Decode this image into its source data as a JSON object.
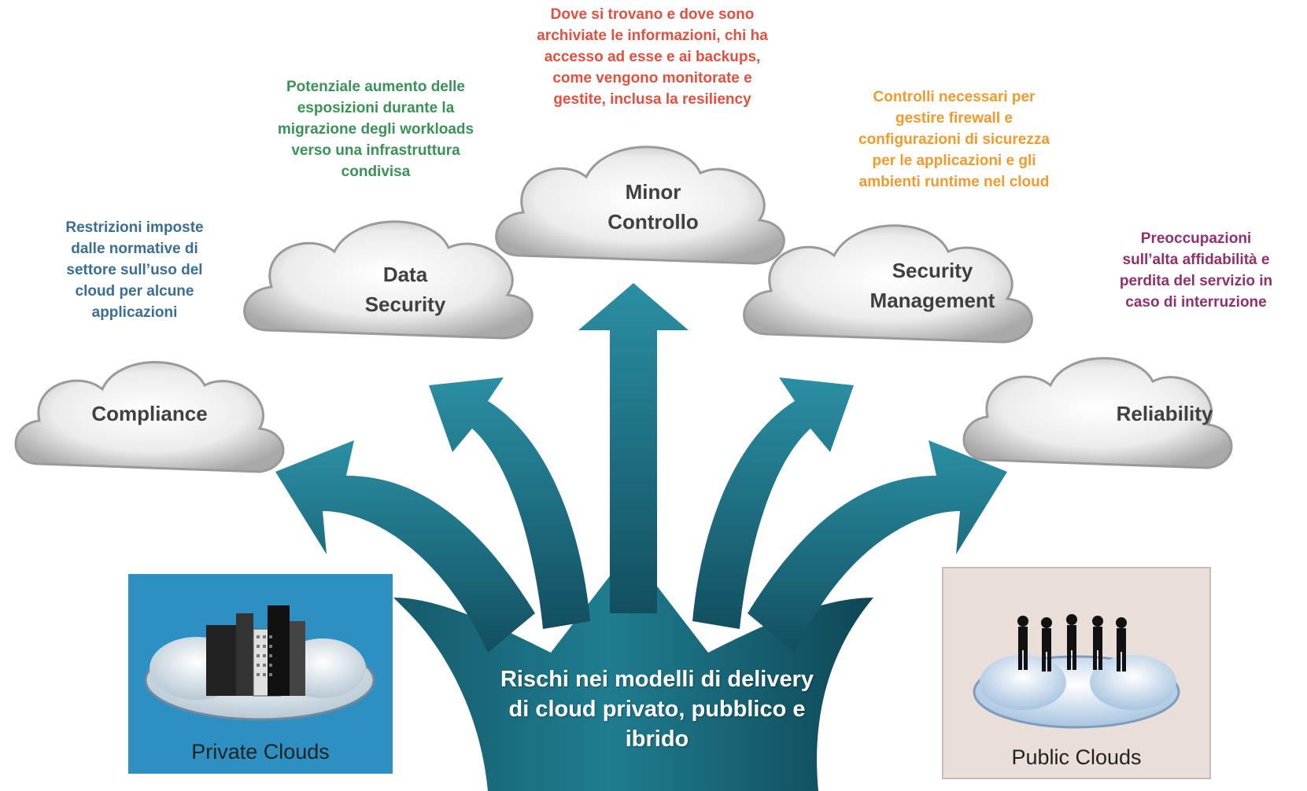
{
  "colors": {
    "compliance": "#3a6e96",
    "data_security": "#3a9257",
    "minor_controllo": "#e2503f",
    "security_management": "#f29a2e",
    "reliability": "#93306b",
    "arrow": "#1d7486",
    "private_box": "#2e8fc2",
    "public_box": "#eadfd8"
  },
  "categories": [
    {
      "label": "Compliance",
      "description": "Restrizioni imposte\ndalle normative di\nsettore sull’uso del\ncloud  per alcune\napplicazioni"
    },
    {
      "label": "Data\nSecurity",
      "description": "Potenziale aumento delle\nesposizioni  durante la\nmigrazione degli workloads\nverso una infrastruttura\ncondivisa"
    },
    {
      "label": "Minor\nControllo",
      "description": "Dove si trovano e dove sono\narchiviate le informazioni, chi ha\naccesso ad esse e ai backups,\ncome vengono monitorate e\ngestite, inclusa  la resiliency"
    },
    {
      "label": "Security\nManagement",
      "description": "Controlli  necessari  per\ngestire firewall  e\nconfigurazioni di sicurezza\nper le  applicazioni e gli\nambienti runtime nel cloud"
    },
    {
      "label": "Reliability",
      "description": "Preoccupazioni\nsull’alta affidabilità e\nperdita del servizio in\ncaso di interruzione"
    }
  ],
  "center_text": "Rischi nei modelli di delivery\ndi cloud privato, pubblico e\nibrido",
  "private_clouds_label": "Private Clouds",
  "public_clouds_label": "Public Clouds",
  "icons": {
    "private": "building-cloud-icon",
    "public": "people-on-cloud-icon"
  }
}
